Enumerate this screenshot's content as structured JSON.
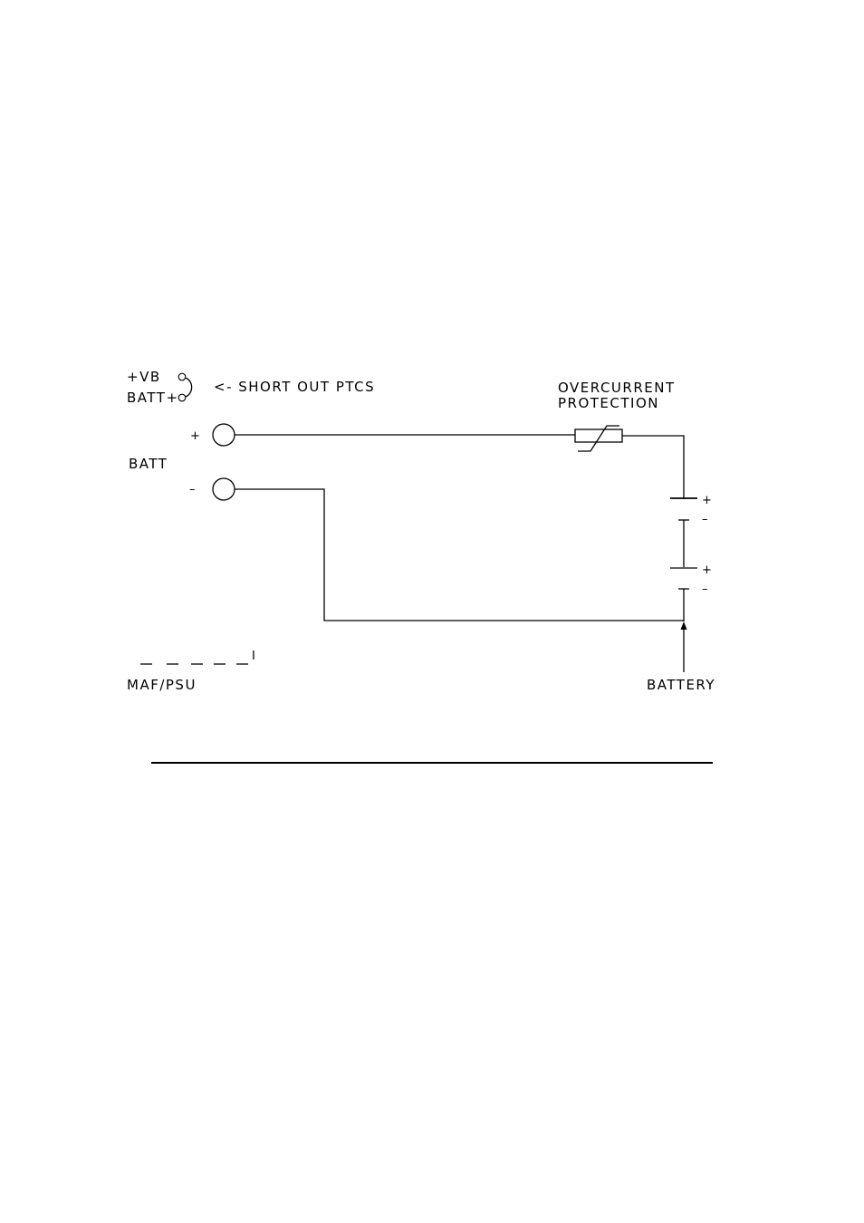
{
  "labels": {
    "vb": "+VB",
    "batt_plus": "BATT+",
    "short_out": "<-  SHORT OUT PTCS",
    "batt": "BATT",
    "plus_terminal": "+",
    "minus_terminal": "–",
    "overcurrent_line1": "OVERCURRENT",
    "overcurrent_line2": "PROTECTION",
    "cell1_plus": "+",
    "cell1_minus": "–",
    "cell2_plus": "+",
    "cell2_minus": "–",
    "battery": "BATTERY",
    "maf_psu": "MAF/PSU",
    "boundary_mark": "I"
  },
  "icons": {
    "terminal": "terminal-circle-icon",
    "ptc": "ptc-thermistor-icon",
    "arrow": "arrow-up-icon",
    "jumper": "jumper-link-icon"
  }
}
